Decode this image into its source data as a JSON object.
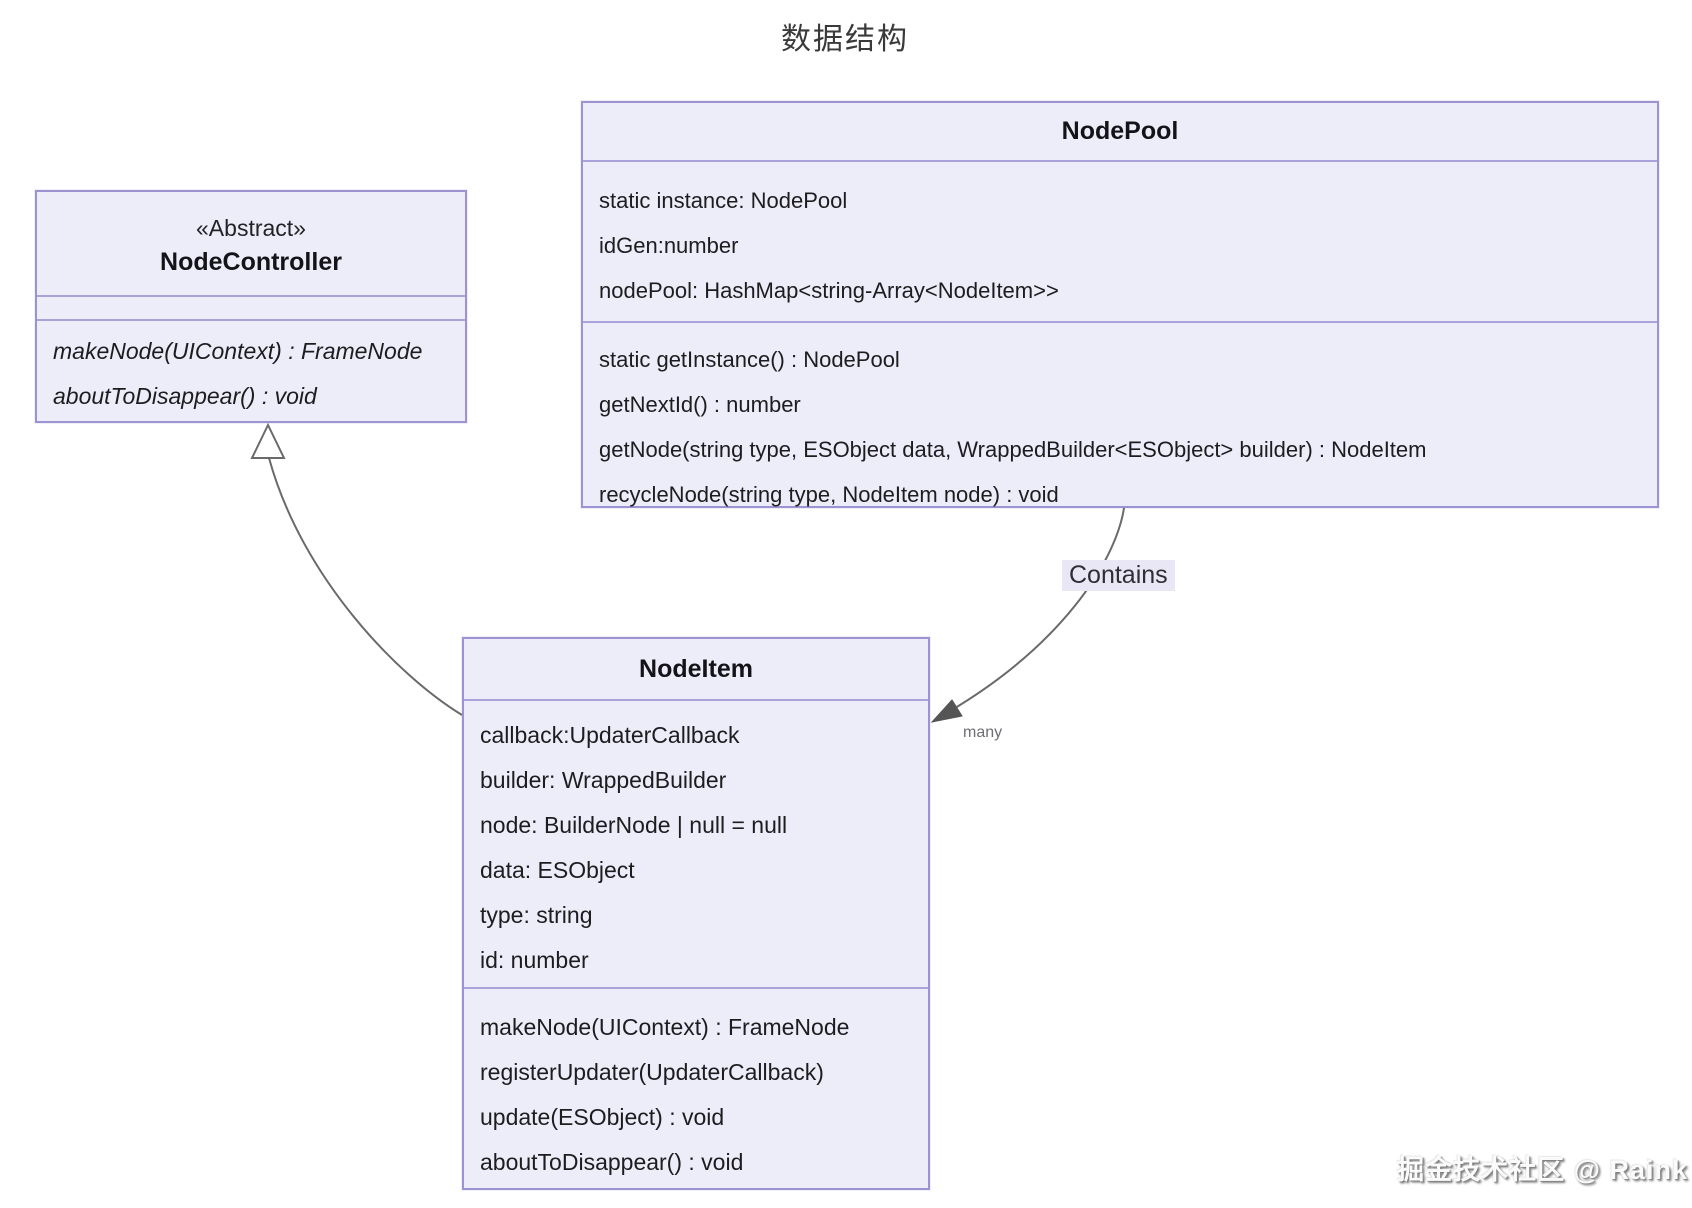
{
  "title": "数据结构",
  "watermark": "掘金技术社区 @ Raink",
  "colors": {
    "box_fill": "#edecf9",
    "box_border": "#9c93d2",
    "section_divider": "#aba2d9",
    "arrow": "#666666",
    "relation_label_bg": "#e9e6f6",
    "text": "#1d1d20"
  },
  "classes": {
    "node_pool": {
      "name": "NodePool",
      "attributes": [
        "static instance: NodePool",
        "idGen:number",
        "nodePool: HashMap<string-Array<NodeItem>>"
      ],
      "methods": [
        "static getInstance() : NodePool",
        "getNextId() : number",
        "getNode(string type, ESObject data, WrappedBuilder<ESObject> builder) : NodeItem",
        "recycleNode(string type, NodeItem node) : void"
      ]
    },
    "node_controller": {
      "stereotype": "«Abstract»",
      "name": "NodeController",
      "attributes": [],
      "methods": [
        "makeNode(UIContext) : FrameNode",
        "aboutToDisappear() : void"
      ]
    },
    "node_item": {
      "name": "NodeItem",
      "attributes": [
        "callback:UpdaterCallback",
        "builder: WrappedBuilder",
        "node: BuilderNode | null = null",
        "data: ESObject",
        "type: string",
        "id: number"
      ],
      "methods": [
        "makeNode(UIContext) : FrameNode",
        "registerUpdater(UpdaterCallback)",
        "update(ESObject) : void",
        "aboutToDisappear() : void"
      ]
    }
  },
  "relationships": {
    "contains_label": "Contains",
    "many_label": "many"
  }
}
